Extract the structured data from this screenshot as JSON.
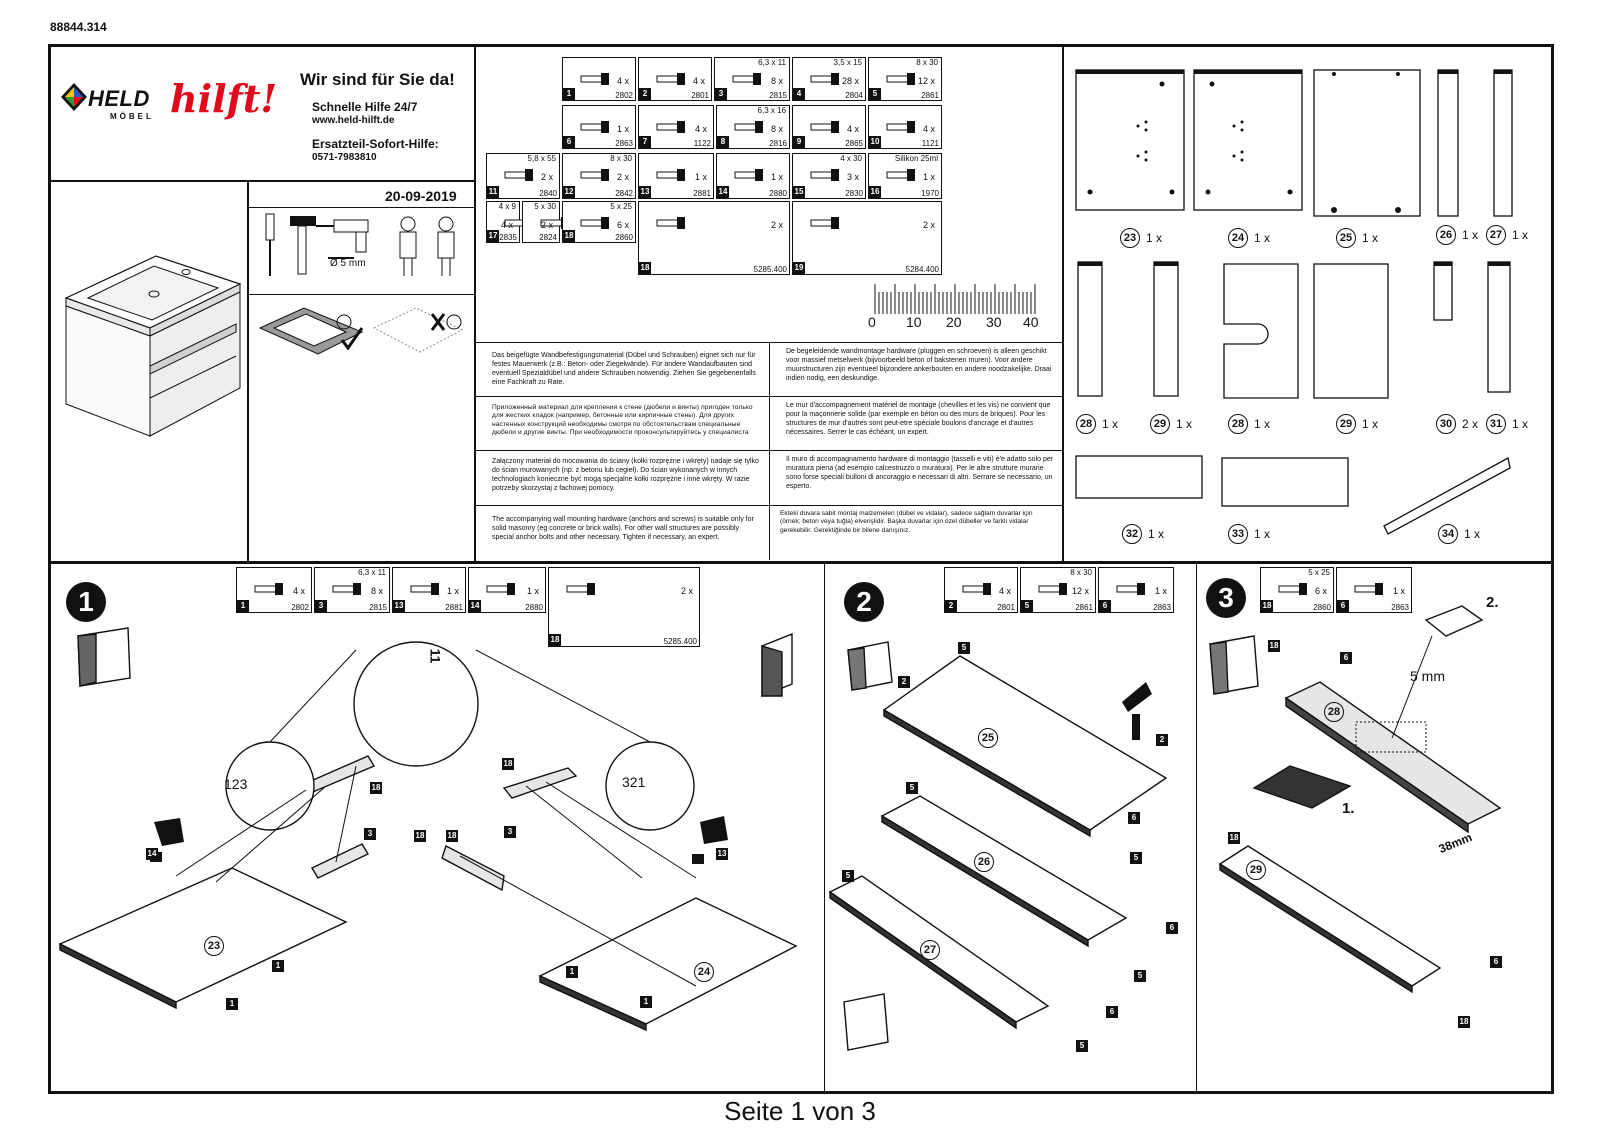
{
  "doc_number": "88844.314",
  "footer": "Seite 1 von 3",
  "header": {
    "logo_held": "HELD",
    "logo_moebel": "MÖBEL",
    "logo_hilft": "hilft!",
    "title": "Wir sind für Sie da!",
    "hotline_label": "Schnelle Hilfe 24/7",
    "website": "www.held-hilft.de",
    "parts_label": "Ersatzteil-Sofort-Hilfe:",
    "parts_phone": "0571-7983810",
    "date": "20-09-2019"
  },
  "tools": {
    "drill_size": "Ø 5 mm"
  },
  "ruler": {
    "ticks": [
      "0",
      "10",
      "20",
      "30",
      "40"
    ]
  },
  "hardware": [
    {
      "num": "1",
      "qty": "4 x",
      "code": "2802",
      "size": ""
    },
    {
      "num": "2",
      "qty": "4 x",
      "code": "2801",
      "size": ""
    },
    {
      "num": "3",
      "qty": "8 x",
      "code": "2815",
      "size": "6,3 x 11"
    },
    {
      "num": "4",
      "qty": "28 x",
      "code": "2804",
      "size": "3,5 x 15"
    },
    {
      "num": "5",
      "qty": "12 x",
      "code": "2861",
      "size": "8 x 30"
    },
    {
      "num": "6",
      "qty": "1 x",
      "code": "2863",
      "size": ""
    },
    {
      "num": "7",
      "qty": "4 x",
      "code": "1122",
      "size": ""
    },
    {
      "num": "8",
      "qty": "8 x",
      "code": "2816",
      "size": "6,3 x 16"
    },
    {
      "num": "9",
      "qty": "4 x",
      "code": "2865",
      "size": ""
    },
    {
      "num": "10",
      "qty": "4 x",
      "code": "1121",
      "size": ""
    },
    {
      "num": "11",
      "qty": "2 x",
      "code": "2840",
      "size": "5,8 x 55"
    },
    {
      "num": "12",
      "qty": "2 x",
      "code": "2842",
      "size": "8 x 30"
    },
    {
      "num": "13",
      "qty": "1 x",
      "code": "2881",
      "size": ""
    },
    {
      "num": "14",
      "qty": "1 x",
      "code": "2880",
      "size": ""
    },
    {
      "num": "15",
      "qty": "3 x",
      "code": "2830",
      "size": "4 x 30"
    },
    {
      "num": "16",
      "qty": "1 x",
      "code": "1970",
      "size": "Silikon 25ml"
    },
    {
      "num": "17",
      "qty": "4 x",
      "code": "2835",
      "size": "4 x 9"
    },
    {
      "num": "17b",
      "qty": "2 x",
      "code": "2824",
      "size": "5 x 30"
    },
    {
      "num": "18",
      "qty": "6 x",
      "code": "2860",
      "size": "5 x 25"
    },
    {
      "num": "18",
      "qty": "2 x",
      "code": "5285.400",
      "size": ""
    },
    {
      "num": "19",
      "qty": "2 x",
      "code": "5284.400",
      "size": ""
    }
  ],
  "notices": {
    "de": "Das beigefügte Wandbefestigungsmaterial (Dübel und Schrauben) eignet sich nur für festes Mauerwerk (z.B.: Beton- oder Ziegelwände). Für andere Wandaufbauten sind eventuell Spezialdübel und andere Schrauben notwendig. Ziehen Sie gegebenenfalls eine Fachkraft zu Rate.",
    "nl": "De begeleidende wandmontage hardware (pluggen en schroeven) is alleen geschikt voor massief metselwerk (bijvoorbeeld beton of bakstenen muren). Voor andere muurstructuren zijn eventueel bijzondere ankerbouten en andere noodzakelijke. Draai indien nodig, een deskundige.",
    "ru": "Приложенный материал для крепления к стене (дюбели и винты) пригоден только для жестких кладок (например, бетонные или кирпичные стены). Для других настенных конструкций необходимы смотря по обстоятельствам специальные дюбели и другие винты. При необходимости проконсультируйтесь у специалиста",
    "fr": "Le mur d'accompagnement matériel de montage (chevilles et les vis) ne convient que pour la maçonnerie solide (par exemple en béton ou des murs de briques). Pour les structures de mur d'autres sont peut-etre spéciale boulons d'ancrage et d'autres nécessaires. Serrer le cas échéant, un expert.",
    "pl": "Załączony materiał do mocowania do ściany (kołki rozprężne i wkręty) nadaje się tylko do ścian murowanych (np. z betonu lub cegieł). Do ścian wykonanych w innych technologiach konieczne być mogą specjalne kołki rozprężne i inne wkręty. W razie potrzeby skorzystaj z fachowej pomocy.",
    "it": "Il muro di accompagnamento hardware di montaggio (tasselli e viti) è'e adatto solo per muratura piena (ad esempio calcestruzzo o muratura). Per le altre strutture murarie sono forse speciali bulloni di ancoraggio e necessari di altri. Serrare se necessario, un esperto.",
    "en": "The accompanying wall mounting hardware (anchors and screws) is suitable only for solid masonry (eg concrete or brick walls). For other wall structures are possibly special anchor bolts and other necessary. Tighten if necessary, an expert.",
    "tr": "Ekteki duvara sabit montaj malzemeleri (dübel ve vidalar), sadece sağlam duvarlar için (örnek; beton veya tuğla) elverişlidir. Başka duvarlar için özel dübeller ve farklı vidalar gerekebilir. Gerektiğinde bir bilene danışınız."
  },
  "panels": [
    {
      "id": "23",
      "count": "1 x"
    },
    {
      "id": "24",
      "count": "1 x"
    },
    {
      "id": "25",
      "count": "1 x"
    },
    {
      "id": "26",
      "count": "1 x"
    },
    {
      "id": "27",
      "count": "1 x"
    },
    {
      "id": "28",
      "count": "1 x"
    },
    {
      "id": "29",
      "count": "1 x"
    },
    {
      "id": "28b",
      "label": "28",
      "count": "1 x"
    },
    {
      "id": "29b",
      "label": "29",
      "count": "1 x"
    },
    {
      "id": "30",
      "count": "2 x"
    },
    {
      "id": "31",
      "count": "1 x"
    },
    {
      "id": "32",
      "count": "1 x"
    },
    {
      "id": "33",
      "count": "1 x"
    },
    {
      "id": "34",
      "count": "1 x"
    }
  ],
  "steps": {
    "s1": {
      "num": "1",
      "parts": [
        {
          "num": "1",
          "qty": "4 x",
          "code": "2802",
          "size": ""
        },
        {
          "num": "3",
          "qty": "8 x",
          "code": "2815",
          "size": "6,3 x 11"
        },
        {
          "num": "13",
          "qty": "1 x",
          "code": "2881",
          "size": ""
        },
        {
          "num": "14",
          "qty": "1 x",
          "code": "2880",
          "size": ""
        },
        {
          "num": "18",
          "qty": "2 x",
          "code": "5285.400",
          "size": ""
        }
      ],
      "detail_dim": "11",
      "left_order": "123",
      "right_order": "321",
      "panel_left": "23",
      "panel_right": "24"
    },
    "s2": {
      "num": "2",
      "parts": [
        {
          "num": "2",
          "qty": "4 x",
          "code": "2801",
          "size": ""
        },
        {
          "num": "5",
          "qty": "12 x",
          "code": "2861",
          "size": "8 x 30"
        },
        {
          "num": "6",
          "qty": "1 x",
          "code": "2863",
          "size": ""
        }
      ],
      "boards": [
        "25",
        "26",
        "27"
      ]
    },
    "s3": {
      "num": "3",
      "parts": [
        {
          "num": "18",
          "qty": "6 x",
          "code": "2860",
          "size": "5 x 25"
        },
        {
          "num": "6",
          "qty": "1 x",
          "code": "2863",
          "size": ""
        }
      ],
      "drill": "5 mm",
      "step_a": "1.",
      "step_b": "2.",
      "distance": "38mm",
      "boards": [
        "28",
        "29"
      ]
    }
  }
}
